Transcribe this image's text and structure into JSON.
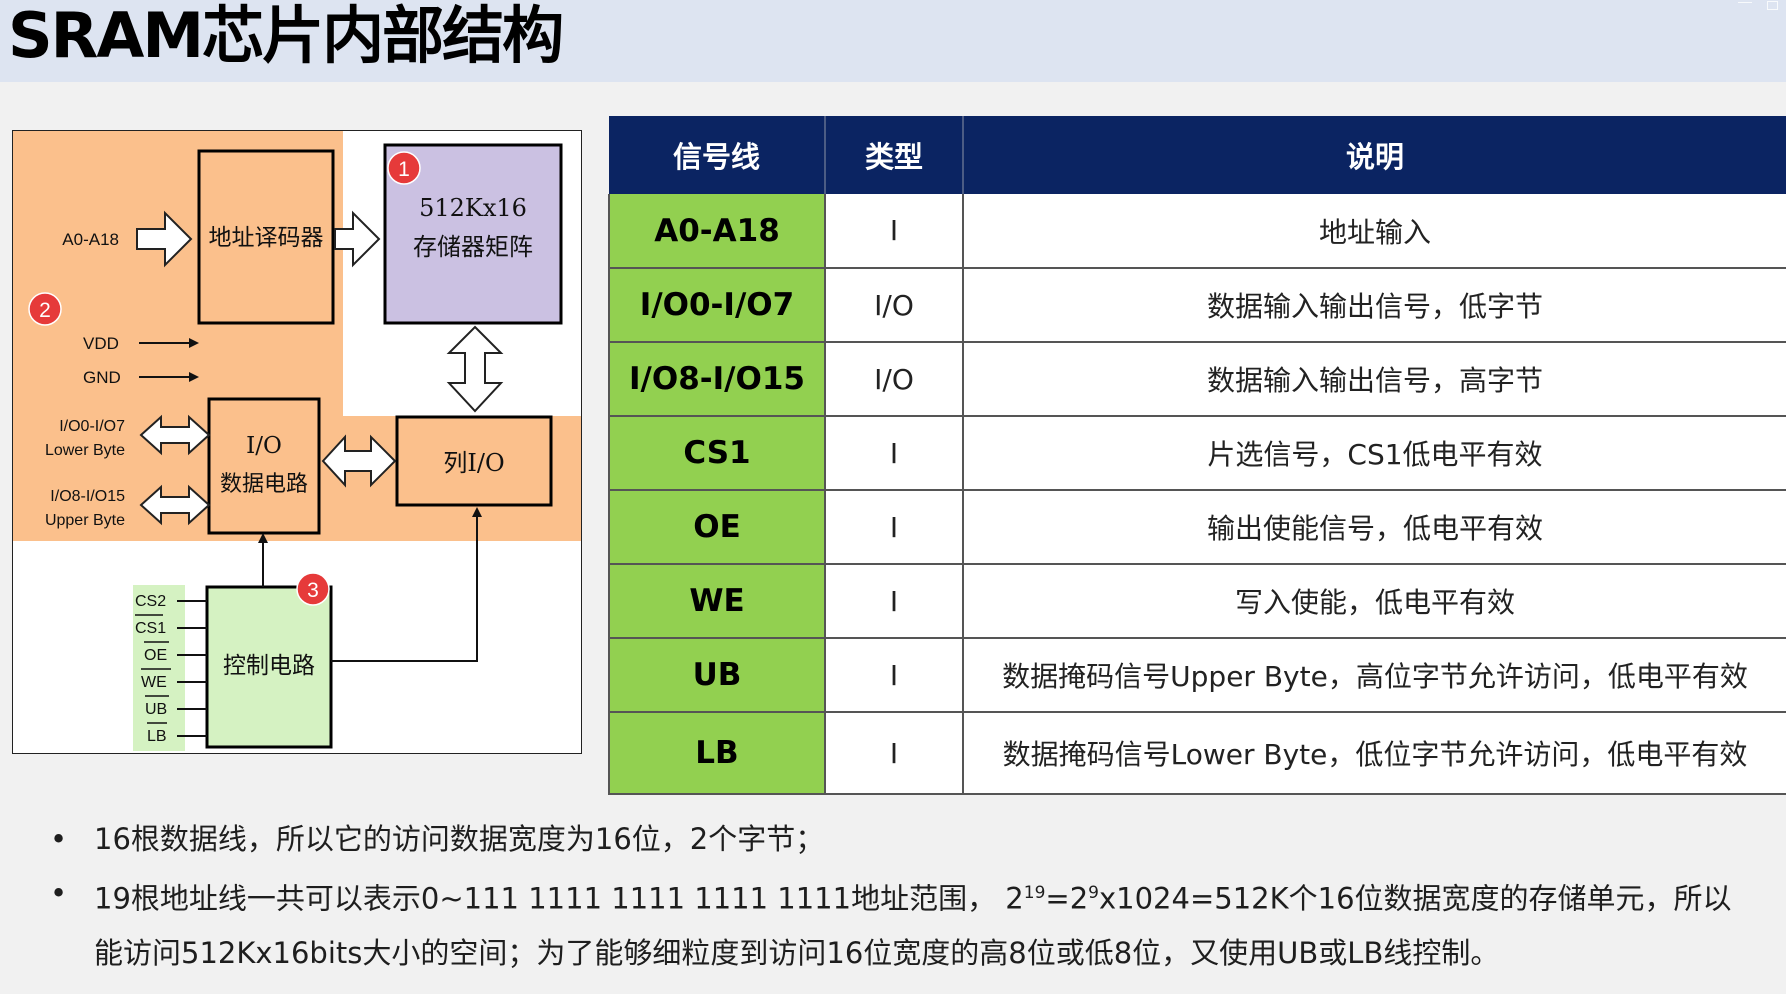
{
  "header": {
    "title": "SRAM芯片内部结构"
  },
  "diagram": {
    "pin_a": "A0-A18",
    "pin_vdd": "VDD",
    "pin_gnd": "GND",
    "pin_io_low_1": "I/O0-I/O7",
    "pin_io_low_2": "Lower Byte",
    "pin_io_high_1": "I/O8-I/O15",
    "pin_io_high_2": "Upper Byte",
    "decoder": "地址译码器",
    "memory_1": "512Kx16",
    "memory_2": "存储器矩阵",
    "io_circuit_1": "I/O",
    "io_circuit_2": "数据电路",
    "col_io": "列I/O",
    "control": "控制电路",
    "ctrl_pins": [
      "CS2",
      "CS1",
      "OE",
      "WE",
      "UB",
      "LB"
    ],
    "badges": [
      "1",
      "2",
      "3"
    ],
    "colors": {
      "orange": "#fbc08c",
      "purple": "#cbc1e2",
      "green": "#d5f2c2"
    }
  },
  "table": {
    "headers": [
      "信号线",
      "类型",
      "说明"
    ],
    "rows": [
      {
        "signal": "A0-A18",
        "type": "I",
        "desc": "地址输入"
      },
      {
        "signal": "I/O0-I/O7",
        "type": "I/O",
        "desc": "数据输入输出信号，低字节"
      },
      {
        "signal": "I/O8-I/O15",
        "type": "I/O",
        "desc": "数据输入输出信号，高字节"
      },
      {
        "signal": "CS1",
        "type": "I",
        "desc": "片选信号，CS1低电平有效"
      },
      {
        "signal": "OE",
        "type": "I",
        "desc": "输出使能信号，低电平有效"
      },
      {
        "signal": "WE",
        "type": "I",
        "desc": "写入使能，低电平有效"
      },
      {
        "signal": "UB",
        "type": "I",
        "desc": "数据掩码信号Upper Byte，高位字节允许访问，低电平有效"
      },
      {
        "signal": "LB",
        "type": "I",
        "desc": "数据掩码信号Lower Byte，低位字节允许访问，低电平有效"
      }
    ],
    "colors": {
      "header_bg": "#0b2462",
      "signal_bg": "#92d050"
    }
  },
  "bullets": {
    "b1": "16根数据线，所以它的访问数据宽度为16位，2个字节；",
    "b2_a": "19根地址线一共可以表示0~111 1111 1111 1111 1111地址范围，  2",
    "b2_exp1": "19",
    "b2_b": "=2",
    "b2_exp2": "9",
    "b2_c": "x1024=512K个16位数据宽度的存储单元，所以",
    "b2_line2": "能访问512Kx16bits大小的空间；为了能够细粒度到访问16位宽度的高8位或低8位，又使用UB或LB线控制。"
  }
}
